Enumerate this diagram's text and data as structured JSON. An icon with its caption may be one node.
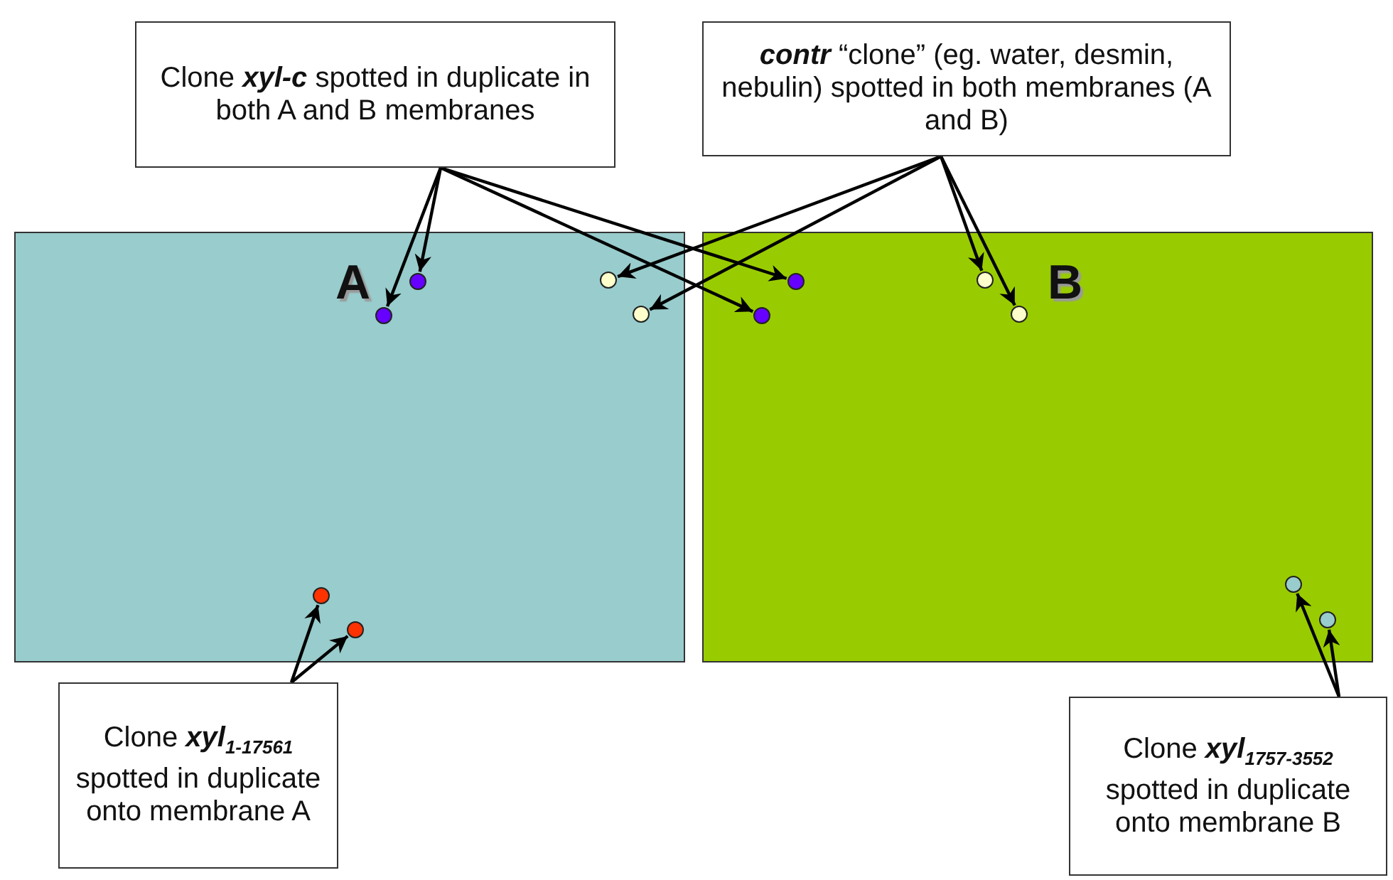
{
  "diagram": {
    "nodes": [
      {
        "text": [
          "Clone **xyl-c** spotted in duplicate in both A and B membranes"
        ]
      },
      {
        "text": [
          "**contr** “clone” (eg. water, desmin, nebulin) spotted in both membranes (A and B)"
        ]
      },
      {
        "text": [
          "A"
        ]
      },
      {
        "text": [],
        "shape": "circle",
        "in": 2
      },
      {
        "text": [],
        "shape": "circle",
        "in": 2
      },
      {
        "text": [],
        "shape": "circle",
        "in": 2
      },
      {
        "text": [],
        "shape": "circle",
        "in": 2
      },
      {
        "text": [],
        "shape": "circle",
        "in": 2
      },
      {
        "text": [],
        "shape": "circle",
        "in": 2
      },
      {
        "text": [
          "B"
        ]
      },
      {
        "text": [],
        "shape": "circle",
        "in": 9
      },
      {
        "text": [],
        "shape": "circle",
        "in": 9
      },
      {
        "text": [],
        "shape": "circle",
        "in": 9
      },
      {
        "text": [],
        "shape": "circle",
        "in": 9
      },
      {
        "text": [],
        "shape": "circle",
        "in": 9
      },
      {
        "text": [],
        "shape": "circle",
        "in": 9
      },
      {
        "text": [
          "Clone **xyl**$_{1-17561}$ spotted in duplicate onto membrane A"
        ]
      },
      {
        "text": [
          "Clone **xyl**$_{1757-3552}$ spotted in duplicate onto membrane B"
        ]
      }
    ],
    "edges": [
      {
        "from": 0,
        "to": 3,
        "arrow": "to"
      },
      {
        "from": 0,
        "to": 4,
        "arrow": "to"
      },
      {
        "from": 0,
        "to": 10,
        "arrow": "to"
      },
      {
        "from": 0,
        "to": 11,
        "arrow": "to"
      },
      {
        "from": 1,
        "to": 5,
        "arrow": "to"
      },
      {
        "from": 1,
        "to": 6,
        "arrow": "to"
      },
      {
        "from": 1,
        "to": 12,
        "arrow": "to"
      },
      {
        "from": 1,
        "to": 13,
        "arrow": "to"
      },
      {
        "from": 16,
        "to": 7,
        "arrow": "to"
      },
      {
        "from": 16,
        "to": 8,
        "arrow": "to"
      },
      {
        "from": 17,
        "to": 14,
        "arrow": "to"
      },
      {
        "from": 17,
        "to": 15,
        "arrow": "to"
      }
    ]
  }
}
